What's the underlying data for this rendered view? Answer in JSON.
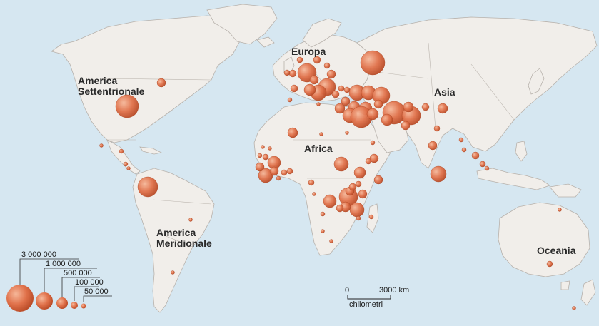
{
  "continents": {
    "north_america_1": "America",
    "north_america_2": "Settentrionale",
    "south_america_1": "America",
    "south_america_2": "Meridionale",
    "europe": "Europa",
    "africa": "Africa",
    "asia": "Asia",
    "oceania": "Oceania"
  },
  "legend": {
    "values": [
      3000000,
      1000000,
      500000,
      100000,
      50000
    ],
    "labels": [
      "3 000 000",
      "1 000 000",
      "500 000",
      "100 000",
      "50 000"
    ]
  },
  "scale": {
    "start_label": "0",
    "end_label": "3000 km",
    "unit_label": "chilometri"
  },
  "colors": {
    "ocean": "#d6e7f1",
    "land": "#f1eeea",
    "border": "#a9a4a0",
    "bubble_light": "#f6b89a",
    "bubble_dark": "#c4512a"
  }
}
